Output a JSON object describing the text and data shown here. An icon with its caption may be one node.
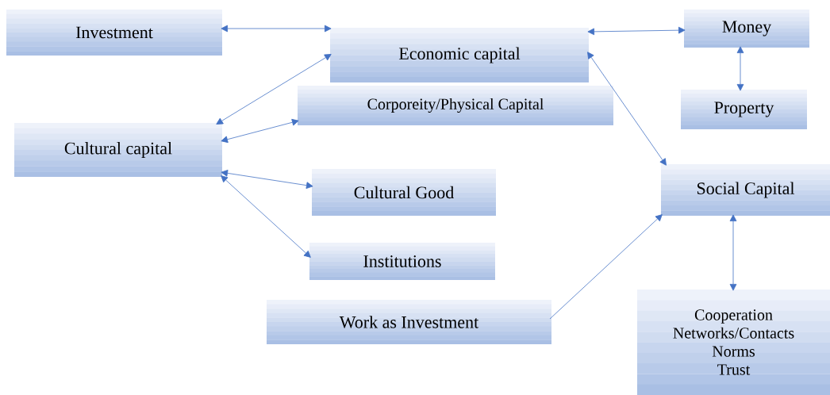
{
  "diagram": {
    "nodes": [
      {
        "text": [
          "Investment"
        ]
      },
      {
        "text": [
          "Economic capital"
        ]
      },
      {
        "text": [
          "Money"
        ]
      },
      {
        "text": [
          "Corporeity/Physical Capital"
        ]
      },
      {
        "text": [
          "Property"
        ]
      },
      {
        "text": [
          "Cultural capital"
        ]
      },
      {
        "text": [
          "Cultural Good"
        ]
      },
      {
        "text": [
          "Social Capital"
        ]
      },
      {
        "text": [
          "Institutions"
        ]
      },
      {
        "text": [
          "Work as Investment"
        ]
      },
      {
        "text": [
          "Cooperation",
          "Networks/Contacts",
          "Norms",
          "Trust"
        ]
      }
    ],
    "edges": [
      {
        "from": 0,
        "to": 1,
        "arrow": "both"
      },
      {
        "from": 1,
        "to": 5,
        "arrow": "both"
      },
      {
        "from": 1,
        "to": 2,
        "arrow": "both"
      },
      {
        "from": 2,
        "to": 4,
        "arrow": "both"
      },
      {
        "from": 1,
        "to": 7,
        "arrow": "both"
      },
      {
        "from": 5,
        "to": 3,
        "arrow": "both"
      },
      {
        "from": 5,
        "to": 6,
        "arrow": "both"
      },
      {
        "from": 5,
        "to": 8,
        "arrow": "both"
      },
      {
        "from": 9,
        "to": 7,
        "arrow": "to"
      },
      {
        "from": 7,
        "to": 10,
        "arrow": "both"
      }
    ]
  }
}
